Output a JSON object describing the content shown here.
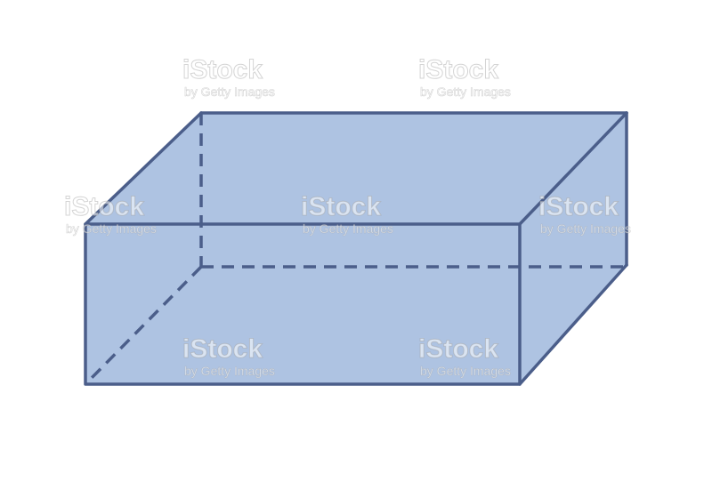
{
  "diagram": {
    "shape": "rectangular-prism",
    "colors": {
      "face_fill": "#aec3e2",
      "edge": "#4b5e8a",
      "background": "#ffffff"
    },
    "edges": {
      "visible": 9,
      "hidden_dashed": 3
    }
  },
  "watermark": {
    "brand": "iStock",
    "sub": "by Getty Images"
  }
}
